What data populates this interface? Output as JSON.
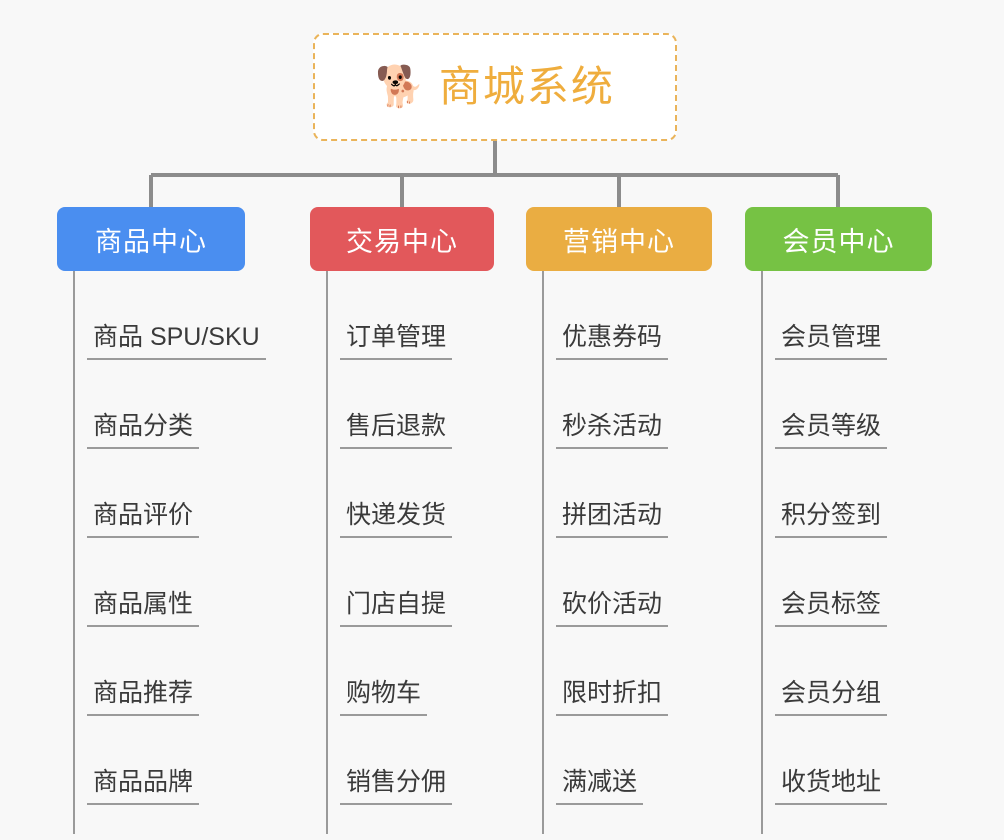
{
  "root": {
    "icon": "shiba-dog-face-emoji",
    "icon_glyph": "🐕",
    "title": "商城系统",
    "title_color": "#efad3d",
    "border_color": "#eab45a",
    "background": "#ffffff"
  },
  "page": {
    "background": "#f8f8f8"
  },
  "branches": [
    {
      "label": "商品中心",
      "color": "#4a8ef0",
      "items": [
        "商品 SPU/SKU",
        "商品分类",
        "商品评价",
        "商品属性",
        "商品推荐",
        "商品品牌"
      ]
    },
    {
      "label": "交易中心",
      "color": "#e2585b",
      "items": [
        "订单管理",
        "售后退款",
        "快递发货",
        "门店自提",
        "购物车",
        "销售分佣"
      ]
    },
    {
      "label": "营销中心",
      "color": "#eaad42",
      "items": [
        "优惠券码",
        "秒杀活动",
        "拼团活动",
        "砍价活动",
        "限时折扣",
        "满减送"
      ]
    },
    {
      "label": "会员中心",
      "color": "#76c244",
      "items": [
        "会员管理",
        "会员等级",
        "积分签到",
        "会员标签",
        "会员分组",
        "收货地址"
      ]
    }
  ],
  "connector": {
    "color": "#8c8c8c"
  }
}
